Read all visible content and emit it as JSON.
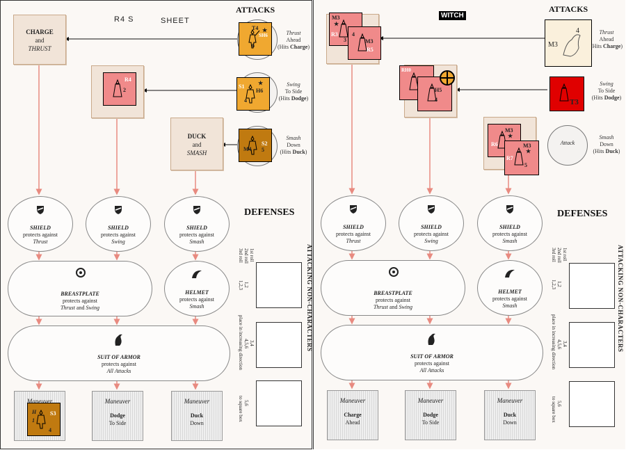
{
  "left": {
    "label_r4s": "R4 S",
    "label_sheet": "SHEET",
    "attacks_heading": "ATTACKS",
    "defenses_heading": "DEFENSES",
    "attack_box_1": {
      "line1": "CHARGE",
      "line2": "and",
      "line3": "THRUST"
    },
    "attack_box_3": {
      "line1": "DUCK",
      "line2": "and",
      "line3": "SMASH"
    },
    "attacks": [
      {
        "line1": "Thrust",
        "line2": "Ahead",
        "line3": "(Hits ",
        "bold": "Charge",
        "tail": ")"
      },
      {
        "line1": "Swing",
        "line2": "To Side",
        "line3": "(Hits ",
        "bold": "Dodge",
        "tail": ")"
      },
      {
        "line1": "Smash",
        "line2": "Down",
        "line3": "(Hits ",
        "bold": "Duck",
        "tail": ")"
      }
    ],
    "chits": {
      "t4": {
        "a": "T4",
        "b": "★",
        "c": "SH6",
        "d": "6"
      },
      "s1": {
        "a": "S1",
        "b": "★",
        "c": "H6",
        "d": "4"
      },
      "s2": {
        "a": "S2",
        "b": "M4",
        "c": "5"
      },
      "r4": {
        "a": "R4",
        "b": "2"
      },
      "s3": {
        "a": "H",
        "b": "S3",
        "c": "1",
        "d": "4"
      }
    },
    "defenses": [
      {
        "name": "SHIELD",
        "line2": "protects against",
        "line3": "Thrust"
      },
      {
        "name": "SHIELD",
        "line2": "protects against",
        "line3": "Swing"
      },
      {
        "name": "SHIELD",
        "line2": "protects against",
        "line3": "Smash"
      }
    ],
    "breastplate": {
      "name": "BREASTPLATE",
      "line2": "protects against",
      "line3a": "Thrust",
      "line3b": " and ",
      "line3c": "Swing"
    },
    "helmet": {
      "name": "HELMET",
      "line2": "protects against",
      "line3": "Smash"
    },
    "suit": {
      "name": "SUIT OF ARMOR",
      "line2": "protects against",
      "line3": "All Attacks"
    },
    "maneuvers": [
      {
        "title": "Maneuver",
        "line1": "",
        "line2": ""
      },
      {
        "title": "Maneuver",
        "line1": "Dodge",
        "line2": "To Side"
      },
      {
        "title": "Maneuver",
        "line1": "Duck",
        "line2": "Down"
      }
    ],
    "side": {
      "roll1": "1st roll",
      "roll2": "2nd roll",
      "roll3": "3rd roll",
      "r12": "1,2",
      "r123": "1,2,3",
      "r34": "3,4",
      "r456": "4,5,6",
      "place": "place in increasing direction",
      "r56": "5,6",
      "tosquare": "to square box",
      "vhead": "ATTACKING NON-CHARACTERS"
    }
  },
  "right": {
    "label_witch": "WITCH",
    "attacks_heading": "ATTACKS",
    "defenses_heading": "DEFENSES",
    "attacks": [
      {
        "line1": "Thrust",
        "line2": "Ahead",
        "line3": "(Hits ",
        "bold": "Charge",
        "tail": ")"
      },
      {
        "line1": "Swing",
        "line2": "To Side",
        "line3": "(Hits ",
        "bold": "Dodge",
        "tail": ")"
      },
      {
        "line1": "Smash",
        "line2": "Down",
        "line3": "(Hits ",
        "bold": "Duck",
        "tail": ")"
      }
    ],
    "attack_circle": "Attack",
    "chits": {
      "m3a": {
        "a": "M3",
        "b": "★",
        "c": "R3",
        "d": "3"
      },
      "m3b": {
        "a": "M3",
        "b": "4",
        "c": "R5"
      },
      "rh0": {
        "a": "RH0",
        "b": "R7"
      },
      "h5": {
        "a": "H5",
        "b": "4"
      },
      "m3c": {
        "a": "M3",
        "b": "★",
        "c": "R6"
      },
      "m3d": {
        "a": "M3",
        "b": "★",
        "c": "R7",
        "d": "5"
      },
      "m3w": {
        "a": "M3",
        "b": "4"
      },
      "t3": {
        "a": "T3"
      }
    },
    "defenses": [
      {
        "name": "SHIELD",
        "line2": "protects against",
        "line3": "Thrust"
      },
      {
        "name": "SHIELD",
        "line2": "protects against",
        "line3": "Swing"
      },
      {
        "name": "SHIELD",
        "line2": "protects against",
        "line3": "Smash"
      }
    ],
    "breastplate": {
      "name": "BREASTPLATE",
      "line2": "protects against",
      "line3a": "Thrust",
      "line3b": " and ",
      "line3c": "Swing"
    },
    "helmet": {
      "name": "HELMET",
      "line2": "protects against",
      "line3": "Smash"
    },
    "suit": {
      "name": "SUIT OF ARMOR",
      "line2": "protects against",
      "line3": "All Attacks"
    },
    "maneuvers": [
      {
        "title": "Maneuver",
        "line1": "Charge",
        "line2": "Ahead"
      },
      {
        "title": "Maneuver",
        "line1": "Dodge",
        "line2": "To Side"
      },
      {
        "title": "Maneuver",
        "line1": "Duck",
        "line2": "Down"
      }
    ],
    "side": {
      "roll1": "1st roll",
      "roll2": "2nd roll",
      "roll3": "3rd roll",
      "r12": "1,2",
      "r123": "1,2,3",
      "r34": "3,4",
      "r456": "4,5,6",
      "place": "place in increasing direction",
      "r56": "5,6",
      "tosquare": "to square box",
      "vhead": "ATTACKING NON-CHARACTERS"
    }
  },
  "colors": {
    "chit_orange": "#f0a830",
    "chit_brown": "#c07a10",
    "chit_pink": "#f08a8a",
    "chit_red": "#e00000",
    "chit_cream": "#faf0dc",
    "arrow_pink": "#e88a80",
    "box_tan": "#f1e4d8"
  }
}
